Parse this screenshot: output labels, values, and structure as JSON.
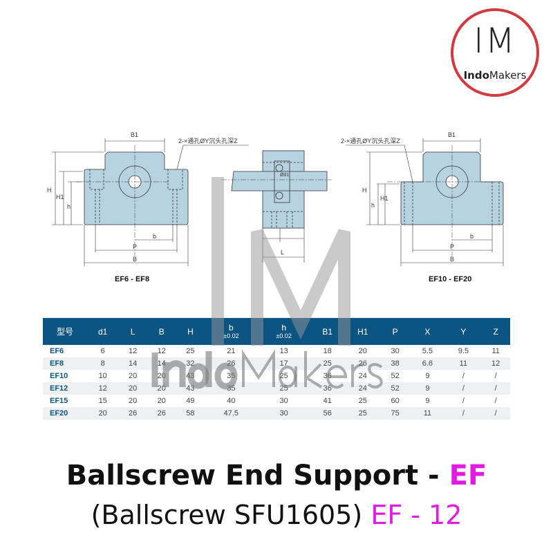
{
  "logo": {
    "monogram": "IM",
    "name_bold": "Indo",
    "name_rest": "Makers"
  },
  "watermark": {
    "monogram": "IM",
    "name_bold": "Indo",
    "name_rest": "Makers"
  },
  "drawings": {
    "left_caption": "EF6 - EF8",
    "right_caption": "EF10 - EF20",
    "hole_note": "2-×通孔ØY沉头孔深Z",
    "labels": {
      "B1": "B1",
      "H": "H",
      "H1": "H1",
      "h": "h",
      "b": "b",
      "P": "P",
      "B": "B",
      "L": "L",
      "d1": "Ød1"
    }
  },
  "table": {
    "headers": [
      {
        "main": "型号",
        "sub": ""
      },
      {
        "main": "d1",
        "sub": ""
      },
      {
        "main": "L",
        "sub": ""
      },
      {
        "main": "B",
        "sub": ""
      },
      {
        "main": "H",
        "sub": ""
      },
      {
        "main": "b",
        "sub": "±0.02"
      },
      {
        "main": "h",
        "sub": "±0.02"
      },
      {
        "main": "B1",
        "sub": ""
      },
      {
        "main": "H1",
        "sub": ""
      },
      {
        "main": "P",
        "sub": ""
      },
      {
        "main": "X",
        "sub": ""
      },
      {
        "main": "Y",
        "sub": ""
      },
      {
        "main": "Z",
        "sub": ""
      }
    ],
    "rows": [
      [
        "EF6",
        "6",
        "12",
        "12",
        "25",
        "21",
        "13",
        "18",
        "20",
        "30",
        "5.5",
        "9.5",
        "11"
      ],
      [
        "EF8",
        "8",
        "14",
        "14",
        "32",
        "26",
        "17",
        "25",
        "26",
        "38",
        "6.6",
        "11",
        "12"
      ],
      [
        "EF10",
        "10",
        "20",
        "20",
        "43",
        "35",
        "25",
        "36",
        "24",
        "52",
        "9",
        "/",
        "/"
      ],
      [
        "EF12",
        "12",
        "20",
        "20",
        "43",
        "35",
        "25",
        "36",
        "24",
        "52",
        "9",
        "/",
        "/"
      ],
      [
        "EF15",
        "15",
        "20",
        "20",
        "49",
        "40",
        "30",
        "41",
        "25",
        "60",
        "9",
        "/",
        "/"
      ],
      [
        "EF20",
        "20",
        "26",
        "26",
        "58",
        "47.5",
        "30",
        "56",
        "25",
        "75",
        "11",
        "/",
        "/"
      ]
    ]
  },
  "title": {
    "line1_main": "Ballscrew End Support - ",
    "line1_accent": "EF",
    "line2_main": "(Ballscrew SFU1605) ",
    "line2_accent": "EF - 12"
  },
  "colors": {
    "accent": "#e21be2",
    "header": "#0c5583",
    "part": "#b7d3e2",
    "logo_ring": "#d23a40"
  }
}
